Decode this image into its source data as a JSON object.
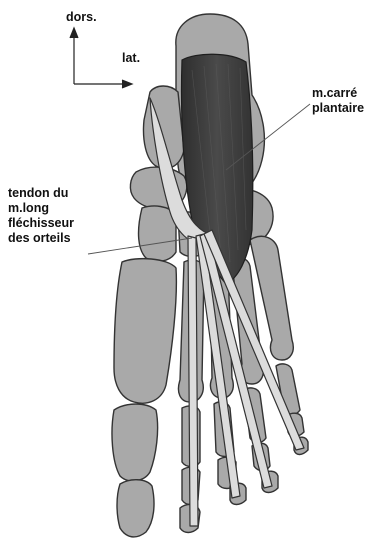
{
  "orientation": {
    "dorsal_label": "dors.",
    "lateral_label": "lat."
  },
  "labels": {
    "carre_line1": "m.carré",
    "carre_line2": "plantaire",
    "tendon_line1": "tendon du",
    "tendon_line2": "m.long",
    "tendon_line3": "fléchisseur",
    "tendon_line4": "des orteils"
  },
  "colors": {
    "bone_fill": "#a9a9a9",
    "bone_stroke": "#333333",
    "muscle_fill": "#3d3d3d",
    "tendon_fill": "#dcdcdc"
  }
}
